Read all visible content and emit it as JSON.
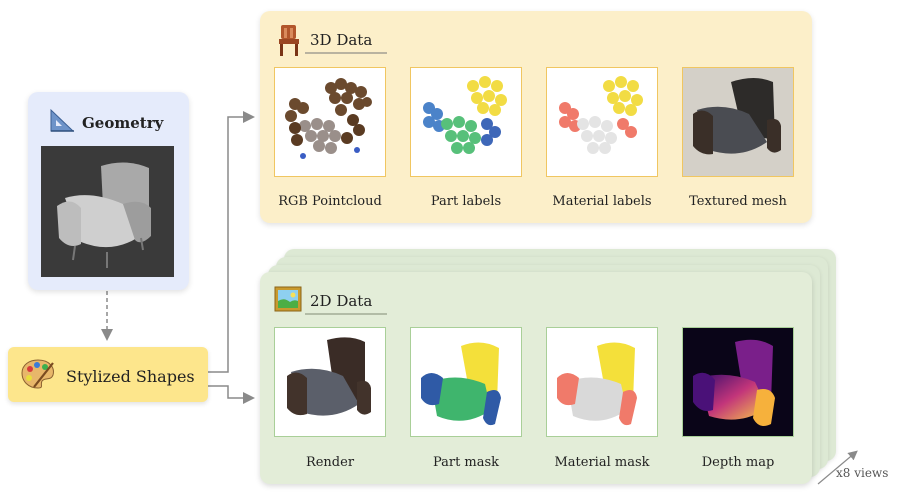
{
  "geometry": {
    "title": "Geometry"
  },
  "stylized": {
    "label": "Stylized Shapes"
  },
  "data3d": {
    "title": "3D Data",
    "items": [
      "RGB Pointcloud",
      "Part labels",
      "Material labels",
      "Textured mesh"
    ]
  },
  "data2d": {
    "title": "2D Data",
    "items": [
      "Render",
      "Part mask",
      "Material mask",
      "Depth map"
    ],
    "views_label": "x8 views"
  },
  "colors": {
    "geometry_panel": "#e5ebfb",
    "stylized_box": "#fde68c",
    "panel_3d": "#fcefc9",
    "panel_2d": "#e3edd8",
    "part_yellow": "#f4e03a",
    "part_green": "#3fb56d",
    "part_blue": "#2f5aa6",
    "material_salmon": "#f07a6a",
    "material_gray": "#d9d9d9"
  }
}
